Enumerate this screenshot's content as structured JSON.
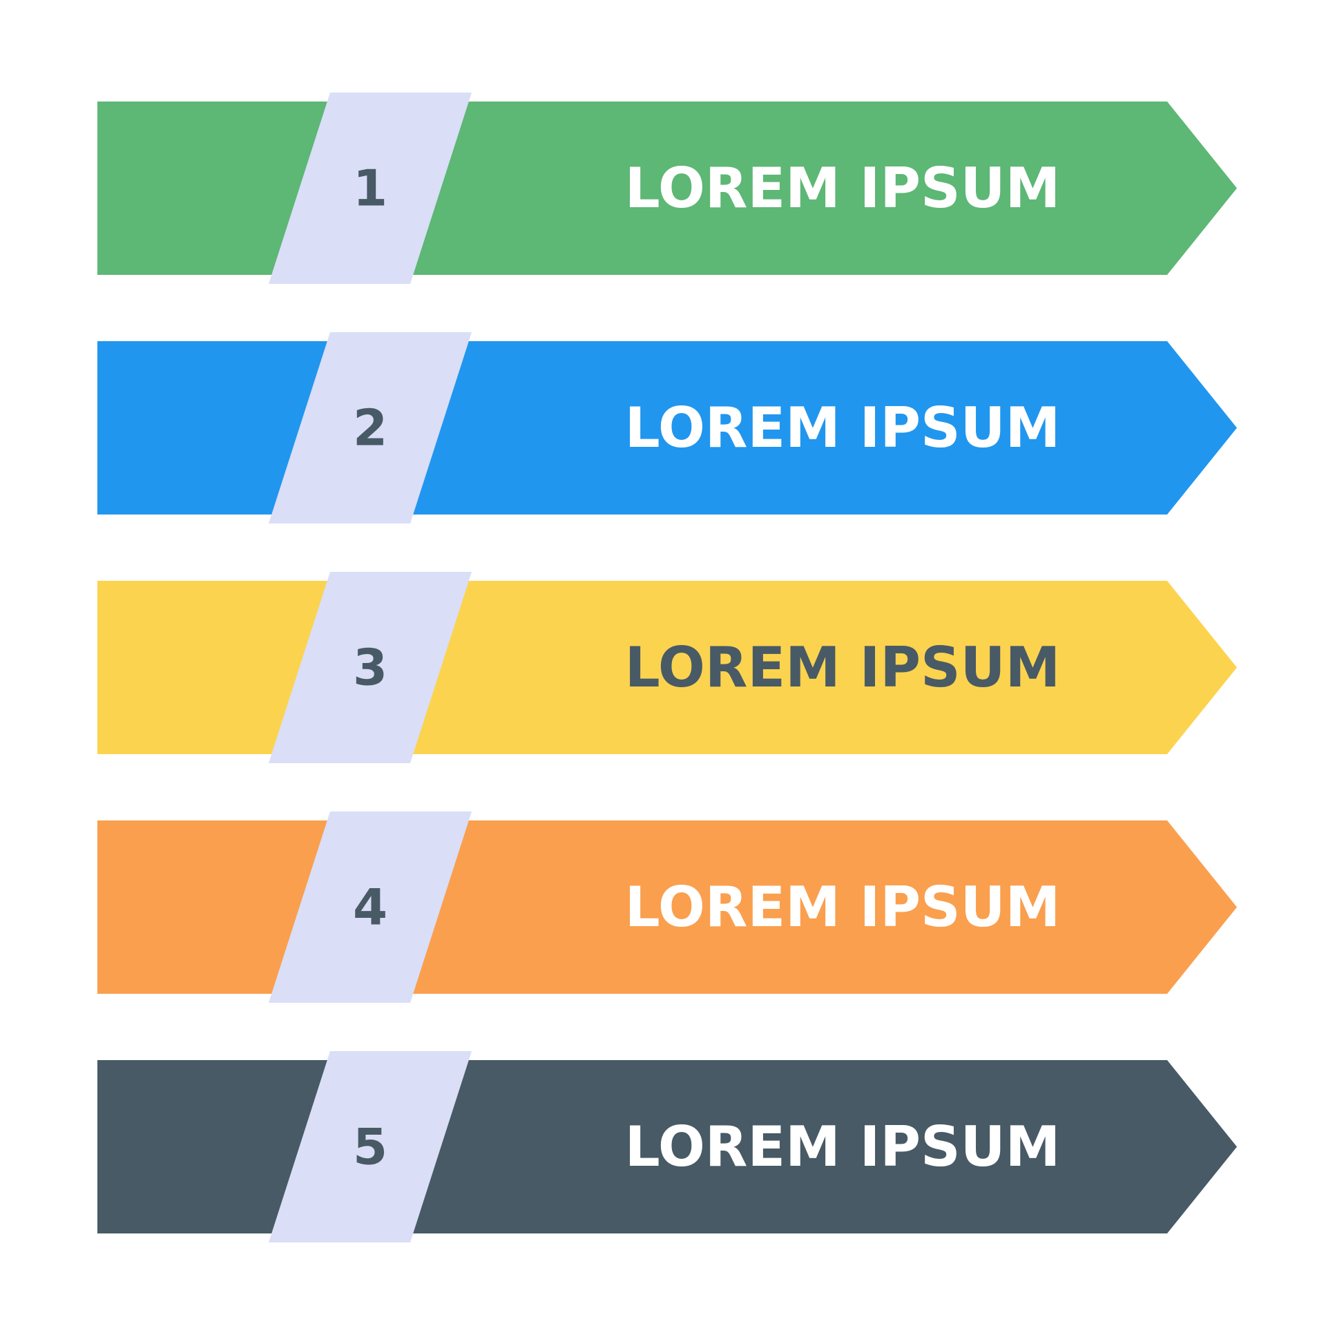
{
  "steps": [
    {
      "number": "1",
      "label": "LOREM IPSUM",
      "color": "#5db775",
      "text_color": "#ffffff"
    },
    {
      "number": "2",
      "label": "LOREM IPSUM",
      "color": "#2196ee",
      "text_color": "#ffffff"
    },
    {
      "number": "3",
      "label": "LOREM IPSUM",
      "color": "#fcd34f",
      "text_color": "#485a65"
    },
    {
      "number": "4",
      "label": "LOREM IPSUM",
      "color": "#fa9f4e",
      "text_color": "#ffffff"
    },
    {
      "number": "5",
      "label": "LOREM IPSUM",
      "color": "#475a65",
      "text_color": "#ffffff"
    }
  ],
  "tab_color": "#dadef7",
  "number_color": "#485a65"
}
